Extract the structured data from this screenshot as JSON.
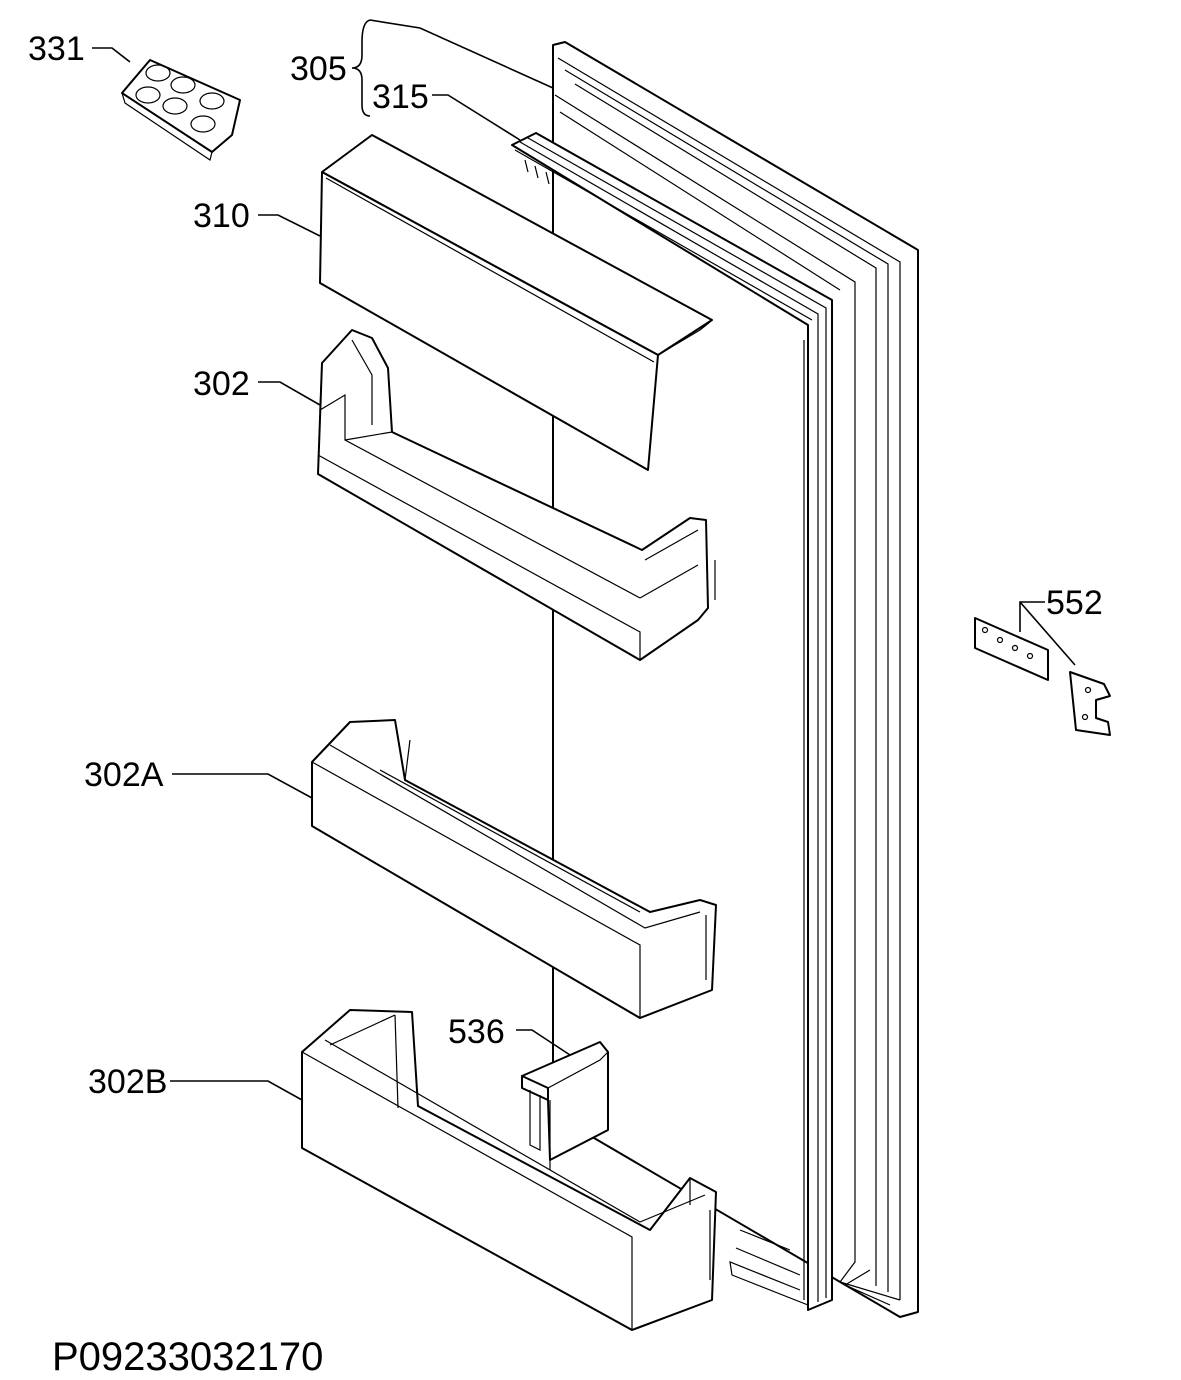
{
  "diagram": {
    "drawing_code": "P09233032170",
    "parts": {
      "p331": "331",
      "p305": "305",
      "p315": "315",
      "p310": "310",
      "p302": "302",
      "p302a": "302A",
      "p302b": "302B",
      "p536": "536",
      "p552": "552"
    }
  }
}
